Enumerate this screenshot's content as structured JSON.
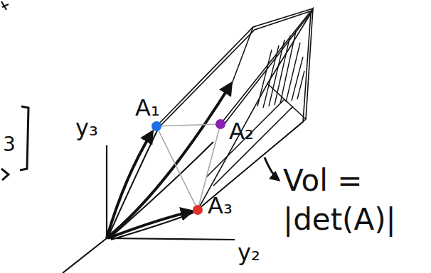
{
  "diagram": {
    "nodes": [
      {
        "text": [
          "A₁"
        ]
      },
      {
        "text": [
          "A₂"
        ]
      },
      {
        "text": [
          "A₃"
        ]
      }
    ],
    "edges": [
      {
        "from": 0,
        "to": 1,
        "arrow": "none"
      },
      {
        "from": 0,
        "to": 2,
        "arrow": "none"
      },
      {
        "from": 2,
        "to": 1,
        "arrow": "none"
      }
    ],
    "labels": [
      "3",
      "y₃",
      "y₂",
      "Vol = |det(A)|"
    ]
  }
}
